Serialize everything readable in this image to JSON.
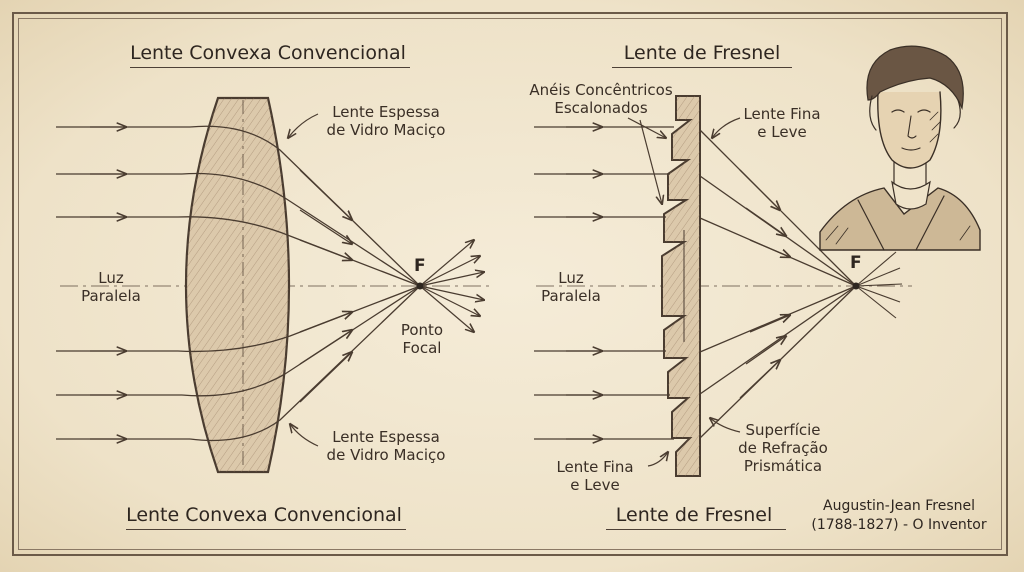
{
  "titles": {
    "convex_top": "Lente Convexa Convencional",
    "fresnel_top": "Lente de Fresnel",
    "convex_bottom": "Lente Convexa Convencional",
    "fresnel_bottom": "Lente de Fresnel"
  },
  "convex": {
    "light_label": "Luz\nParalela",
    "lens_top_label": "Lente Espessa\nde Vidro Maciço",
    "lens_bottom_label": "Lente Espessa\nde Vidro Maciço",
    "focus_mark": "F",
    "focus_label": "Ponto\nFocal"
  },
  "fresnel": {
    "rings_label": "Anéis Concêntricos\nEscalonados",
    "thin_top_label": "Lente Fina\ne Leve",
    "light_label": "Luz\nParalela",
    "focus_mark": "F",
    "surface_label": "Superfície\nde Refração\nPrismática",
    "thin_bottom_label": "Lente Fina\ne Leve"
  },
  "portrait": {
    "caption": "Augustin-Jean Fresnel\n(1788-1827) - O Inventor"
  },
  "colors": {
    "ink": "#3a2f26",
    "paper": "#f3e9d3",
    "glass": "#d9c6a8"
  }
}
